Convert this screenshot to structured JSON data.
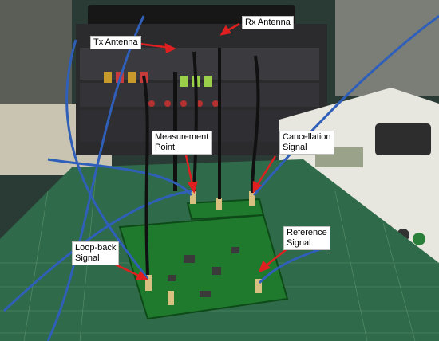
{
  "labels": {
    "tx_antenna": "Tx Antenna",
    "rx_antenna": "Rx Antenna",
    "measurement_point": "Measurement\nPoint",
    "cancellation_signal": "Cancellation\nSignal",
    "loopback_signal": "Loop-back\nSignal",
    "reference_signal": "Reference\nSignal"
  },
  "colors": {
    "arrow": "#e02020",
    "cable_blue": "#2f5fb8",
    "pcb_green": "#1f7a2e",
    "cutting_mat": "#2f6b4a"
  }
}
